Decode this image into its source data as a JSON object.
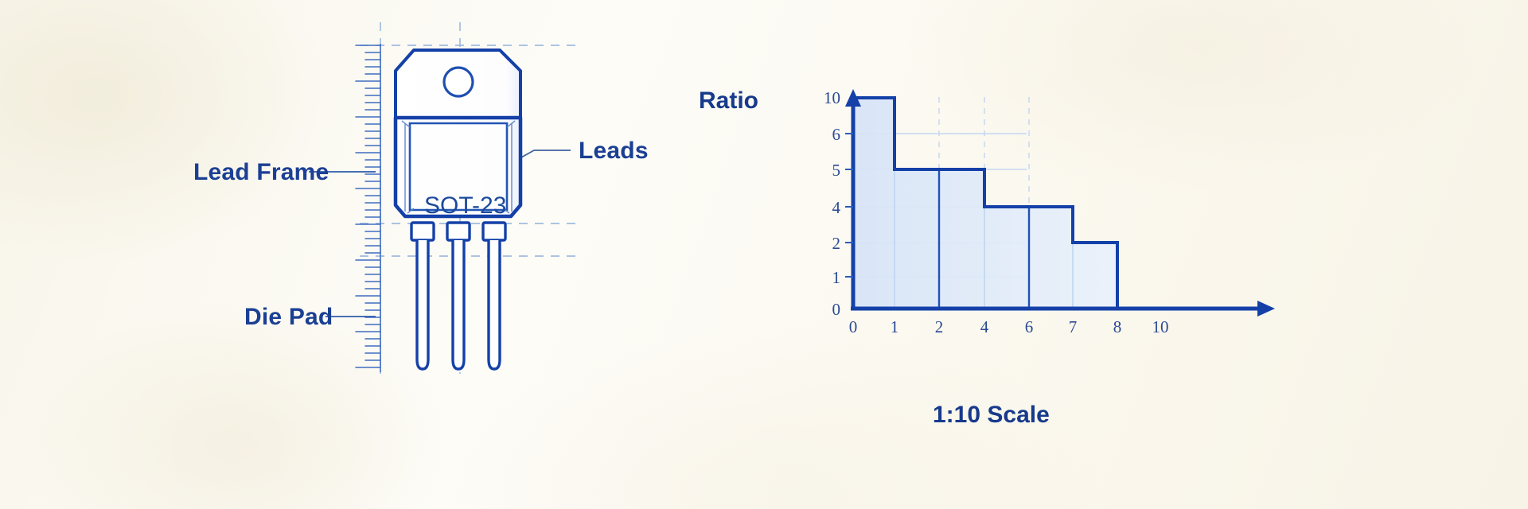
{
  "page": {
    "background_color": "#fbf9f1",
    "ink_color": "#1b3f94"
  },
  "package_diagram": {
    "package_name": "SOT-23",
    "annotations": [
      {
        "key": "lead_frame",
        "label": "Lead Frame"
      },
      {
        "key": "die_pad",
        "label": "Die Pad"
      },
      {
        "key": "leads",
        "label": "Leads"
      }
    ],
    "lead_count": 3,
    "ruler": {
      "orientation": "vertical",
      "major_every": 5
    }
  },
  "chart_data": {
    "type": "bar",
    "title": "Ratio",
    "subtitle": "1:10 Scale",
    "xlabel": "",
    "ylabel": "Ratio",
    "grid": true,
    "legend": "none",
    "x_ticks": [
      "0",
      "1",
      "2",
      "4",
      "6",
      "7",
      "8",
      "10"
    ],
    "y_ticks": [
      "10",
      "6",
      "5",
      "4",
      "2",
      "1",
      "0"
    ],
    "xlim": [
      0,
      10
    ],
    "ylim": [
      0,
      10
    ],
    "categories": [
      "0-1",
      "1-4",
      "4-7",
      "7-8"
    ],
    "values": [
      10,
      5,
      4,
      2
    ],
    "steps": [
      {
        "x_start": 0,
        "x_end": 1,
        "value": 10
      },
      {
        "x_start": 1,
        "x_end": 4,
        "value": 5
      },
      {
        "x_start": 4,
        "x_end": 7,
        "value": 4
      },
      {
        "x_start": 7,
        "x_end": 8,
        "value": 2
      }
    ],
    "colors": {
      "line": "#1440a8",
      "fill": "#cfe0f5",
      "axis": "#1440a8",
      "grid": "#bcd3ef"
    }
  }
}
